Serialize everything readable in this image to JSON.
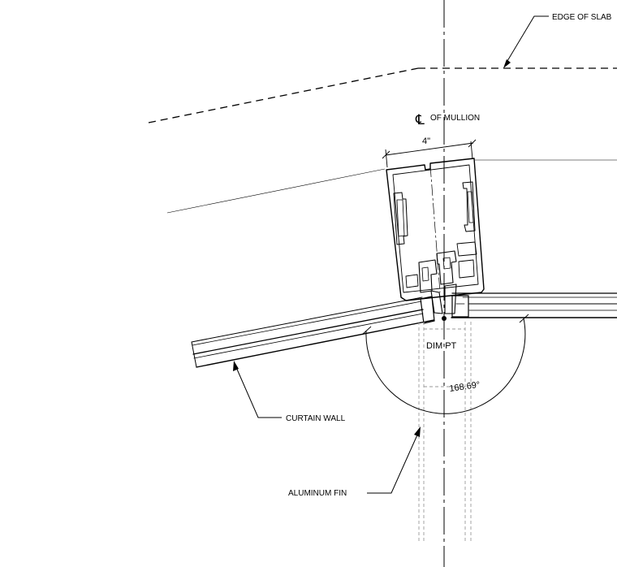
{
  "labels": {
    "edge_of_slab": "EDGE OF SLAB",
    "centerline_symbol": "℄",
    "of_mullion": "OF MULLION",
    "dim_width": "4\"",
    "dim_pt": "DIM PT",
    "angle": "168.69°",
    "curtain_wall": "CURTAIN WALL",
    "aluminum_fin": "ALUMINUM FIN"
  },
  "colors": {
    "line": "#000000",
    "hidden_line": "#9a9a9a",
    "background": "#ffffff"
  }
}
